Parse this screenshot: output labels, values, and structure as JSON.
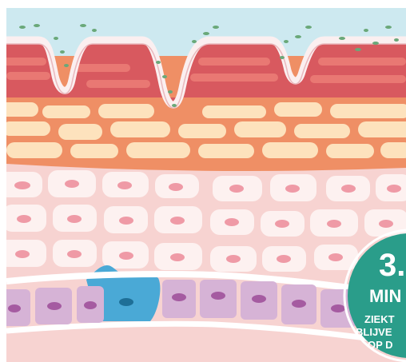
{
  "badge": {
    "number": "3.",
    "line1": "MIN",
    "line2": "ZIEKT",
    "line3": "BLIJVE",
    "line4": "OP D"
  },
  "colors": {
    "sky": "#cde9f0",
    "epidermis_top": "#d8595f",
    "dermis_orange": "#ef8f65",
    "cell_beige": "#fde2bd",
    "lower_pink": "#f7d3d1",
    "cell_white": "#fdf1f0",
    "nucleus_pink": "#ef9aa6",
    "basal_purple": "#d6b3d6",
    "basal_nucleus": "#a55ba1",
    "blue_cell": "#4aa9d6",
    "badge_green": "#2a9d8a",
    "droplet_green": "#6aa879"
  }
}
